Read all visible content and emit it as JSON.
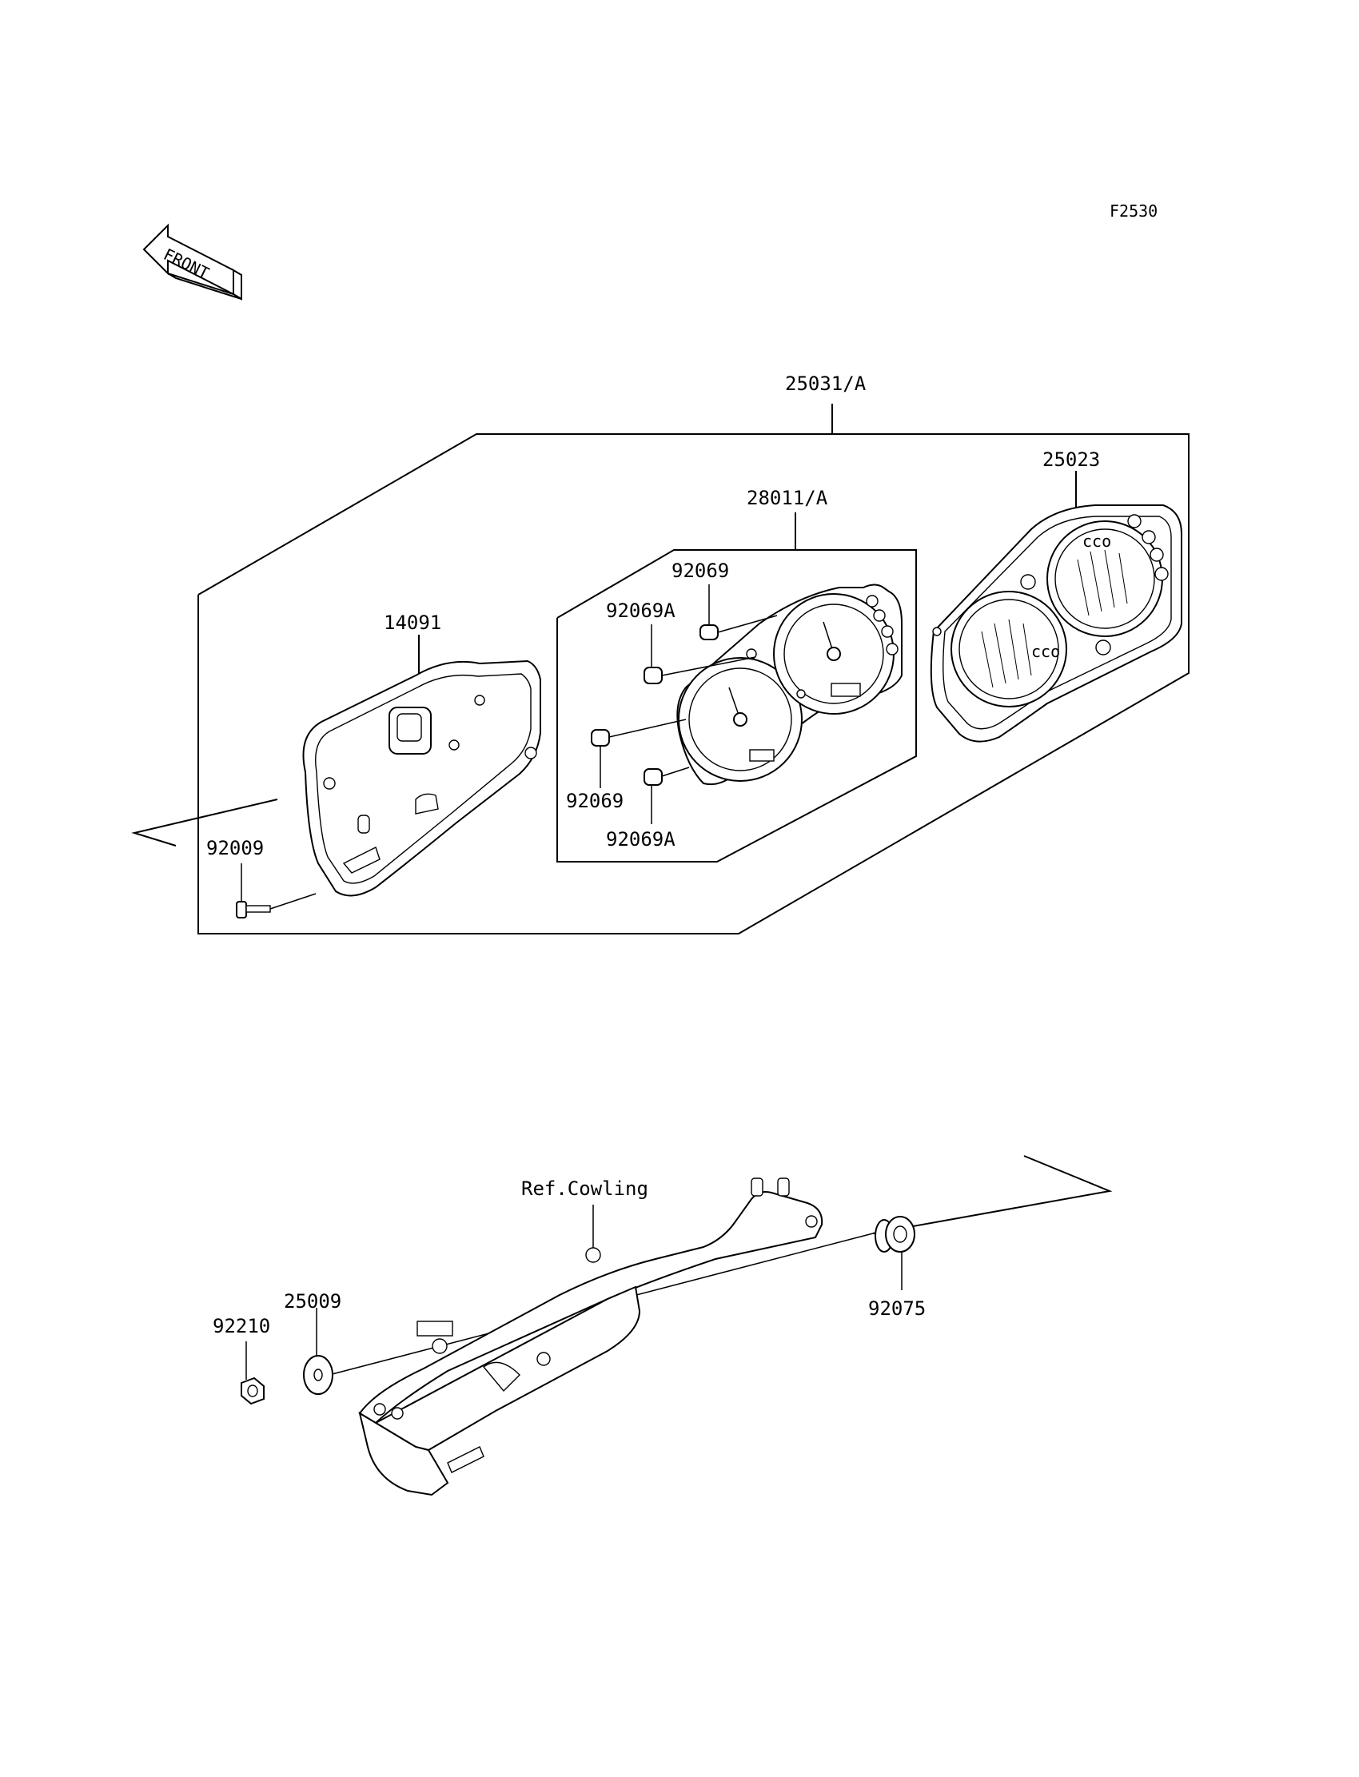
{
  "figure_code": "F2530",
  "front_arrow_label": "FRONT",
  "labels": {
    "assembly": "25031/A",
    "lens_cover": "25023",
    "meter_unit": "28011/A",
    "case": "14091",
    "bulb_upper": "92069",
    "socket_upper": "92069A",
    "bulb_lower": "92069",
    "socket_lower": "92069A",
    "screw": "92009",
    "ref_cowling": "Ref.Cowling",
    "grommet": "92075",
    "washer": "25009",
    "nut": "92210"
  }
}
